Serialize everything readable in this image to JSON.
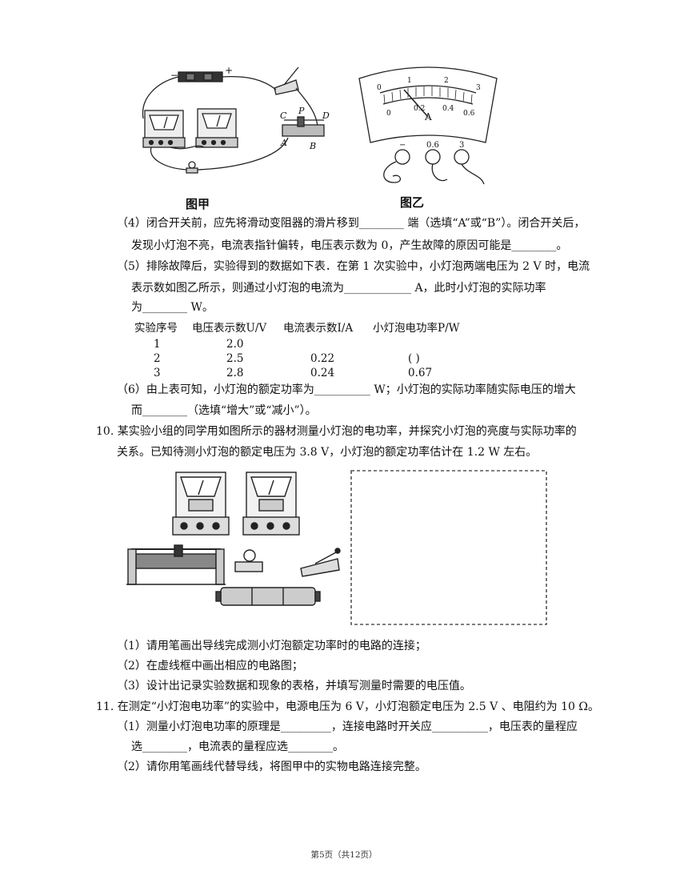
{
  "figures": {
    "jia": {
      "caption": "图甲",
      "labels": {
        "minus": "−",
        "plus": "+",
        "C": "C",
        "P": "P",
        "D": "D",
        "A": "A",
        "B": "B"
      }
    },
    "yi": {
      "caption": "图乙",
      "scale_top": [
        "0",
        "1",
        "2",
        "3"
      ],
      "scale_bottom": [
        "0",
        "0.2",
        "0.4",
        "0.6"
      ],
      "unit": "A",
      "terminals": [
        "−",
        "0.6",
        "3"
      ]
    }
  },
  "q9": {
    "p4": {
      "l1": "（4）闭合开关前，应先将滑动变阻器的滑片移到________ 端（选填“A”或“B”）。闭合开关后，",
      "l2": "发现小灯泡不亮，电流表指针偏转，电压表示数为 0，产生故障的原因可能是________。"
    },
    "p5": {
      "l1": "（5）排除故障后，实验得到的数据如下表．在第 1 次实验中，小灯泡两端电压为 2 V 时，电流",
      "l2": "表示数如图乙所示，则通过小灯泡的电流为____________ A，此时小灯泡的实际功率",
      "l3": "为________ W。"
    },
    "table": {
      "headers": [
        "实验序号",
        "电压表示数U/V",
        "电流表示数I/A",
        "小灯泡电功率P/W"
      ],
      "rows": [
        [
          "1",
          "2.0",
          "",
          ""
        ],
        [
          "2",
          "2.5",
          "0.22",
          "(    )"
        ],
        [
          "3",
          "2.8",
          "0.24",
          "0.67"
        ]
      ]
    },
    "p6": {
      "l1": "（6）由上表可知，小灯泡的额定功率为__________ W；小灯泡的实际功率随实际电压的增大",
      "l2": "而________（选填“增大”或“减小”）。"
    }
  },
  "q10": {
    "l1": "10. 某实验小组的同学用如图所示的器材测量小灯泡的电功率，并探究小灯泡的亮度与实际功率的",
    "l2": "关系。已知待测小灯泡的额定电压为 3.8 V，小灯泡的额定功率估计在 1.2 W 左右。",
    "s1": "（1）请用笔画出导线完成测小灯泡额定功率时的电路的连接；",
    "s2": "（2）在虚线框中画出相应的电路图；",
    "s3": "（3）设计出记录实验数据和现象的表格，并填写测量时需要的电压值。"
  },
  "q11": {
    "l1": "11. 在测定“小灯泡电功率”的实验中，电源电压为 6 V，小灯泡额定电压为 2.5 V 、电阻约为 10 Ω。",
    "s1a": "（1）测量小灯泡电功率的原理是_________，连接电路时开关应__________，电压表的量程应",
    "s1b": "选________，电流表的量程应选________。",
    "s2": "（2）请你用笔画线代替导线，将图甲中的实物电路连接完整。"
  },
  "footer": "第5页（共12页）"
}
